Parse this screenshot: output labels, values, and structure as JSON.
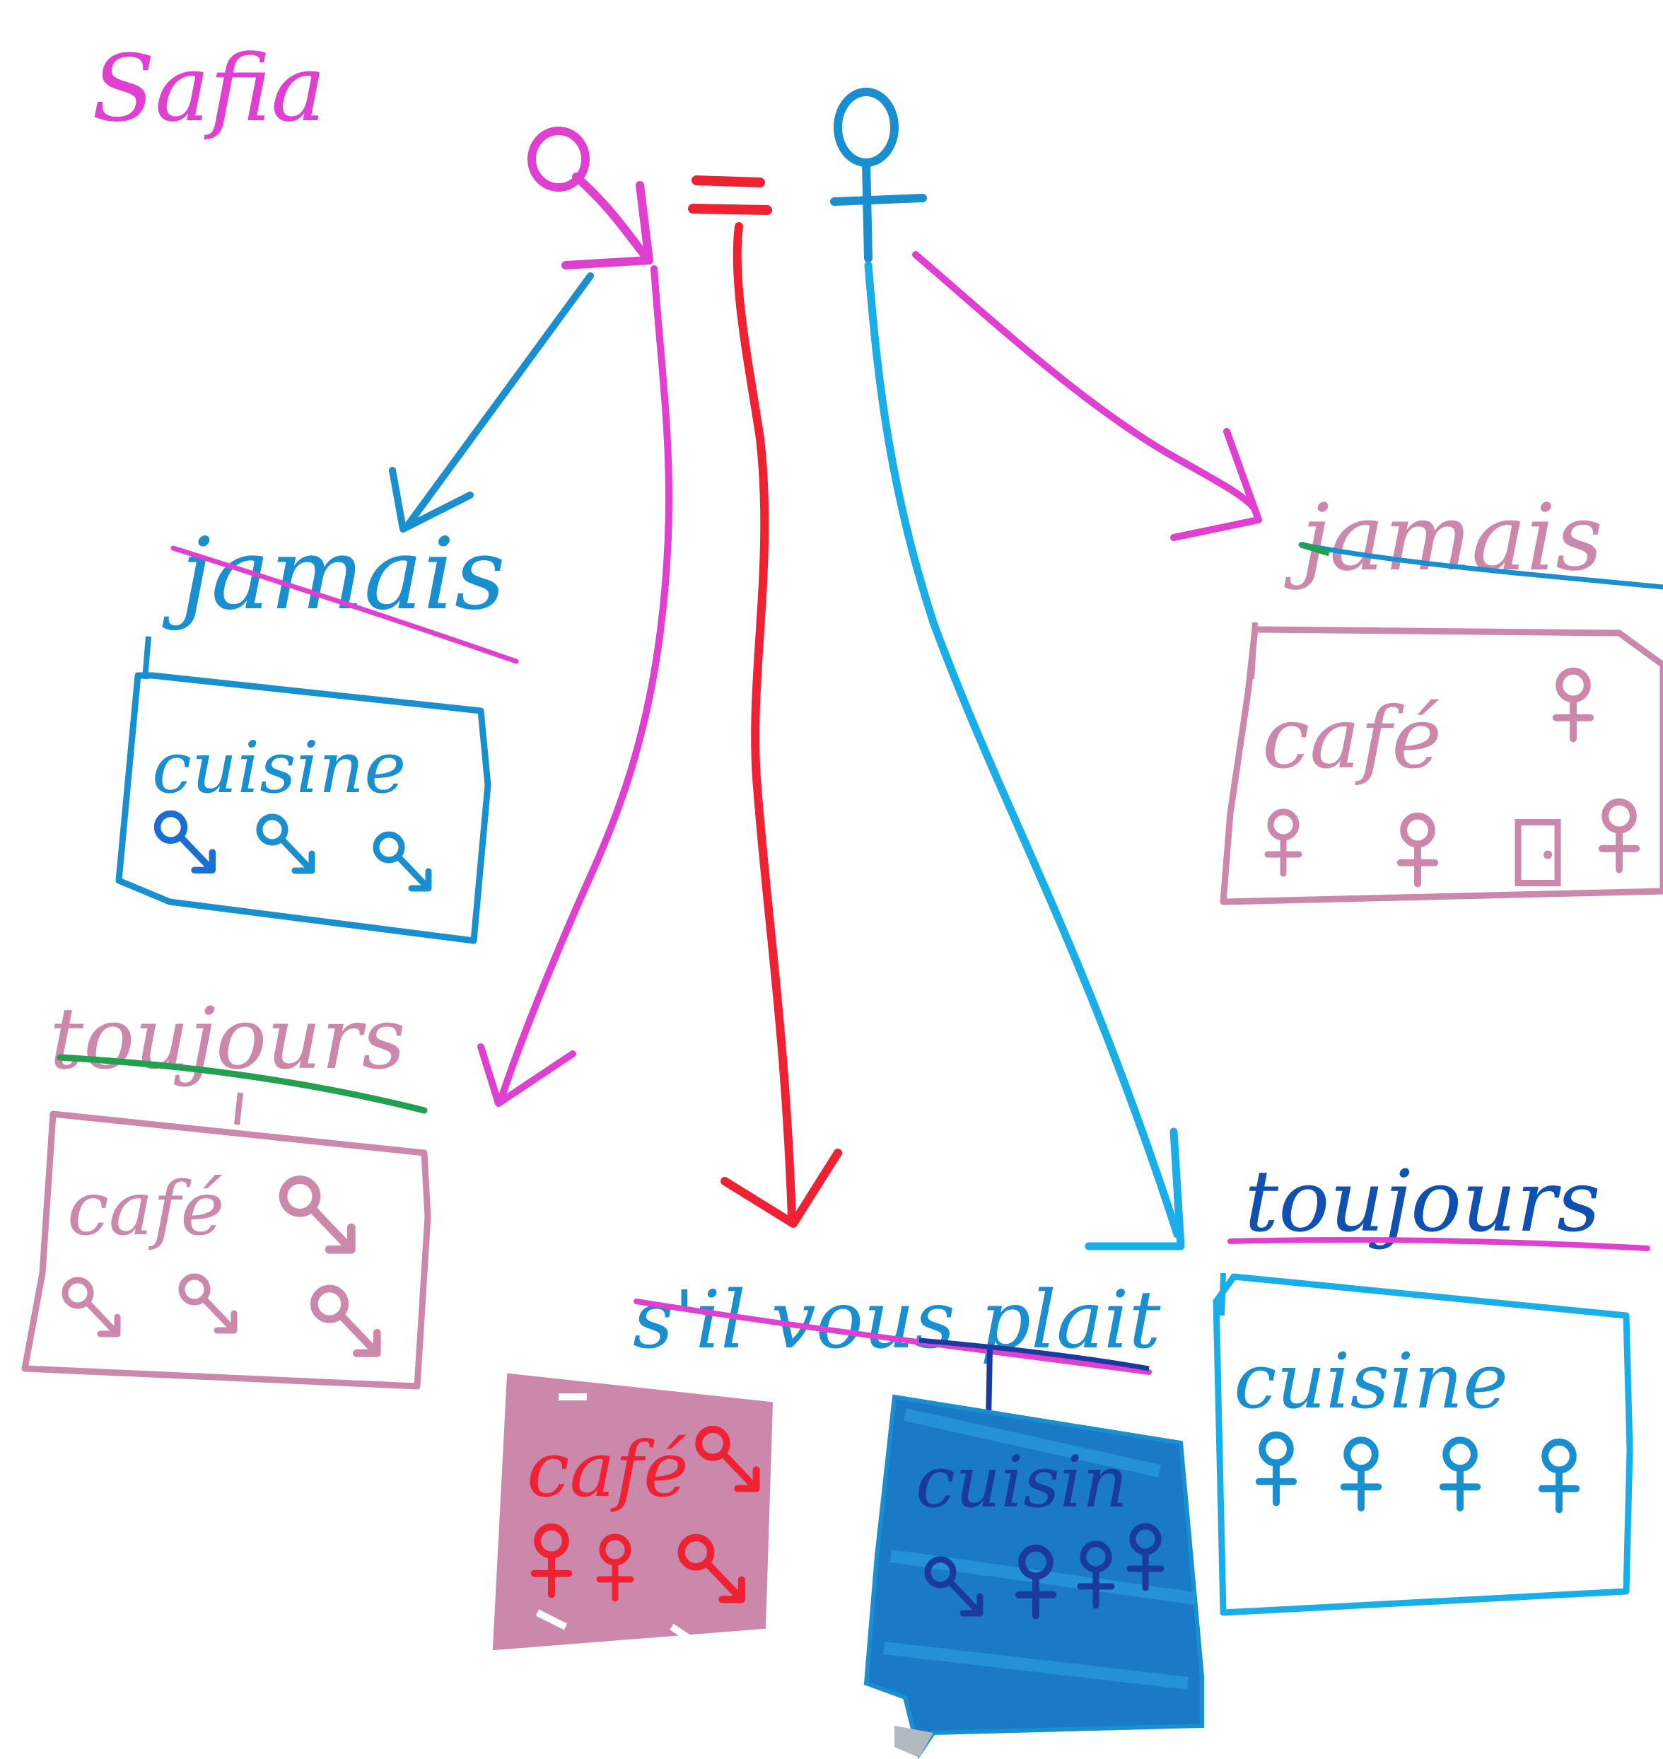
{
  "author": "Safia",
  "colors": {
    "magenta": "#e040d0",
    "blue": "#1a8fd0",
    "light_blue": "#1aaee8",
    "red": "#ee2233",
    "pink": "#cc88aa",
    "green": "#22a050",
    "dark_blue": "#1050b0",
    "navy": "#1a3aa0"
  },
  "nodes": {
    "equals_sign": "=",
    "left_jamais": {
      "word": "jamais",
      "place": "cuisine"
    },
    "left_toujours": {
      "word": "toujours",
      "place": "café"
    },
    "center_sil": {
      "word": "s'il vous plait",
      "place_left": "café",
      "place_right": "cuisin"
    },
    "right_jamais": {
      "word": "jamais",
      "place": "café"
    },
    "right_toujours": {
      "word": "toujours",
      "place": "cuisine"
    }
  },
  "icons": {
    "male": "male-symbol-icon",
    "female": "female-symbol-icon",
    "door": "door-icon"
  }
}
